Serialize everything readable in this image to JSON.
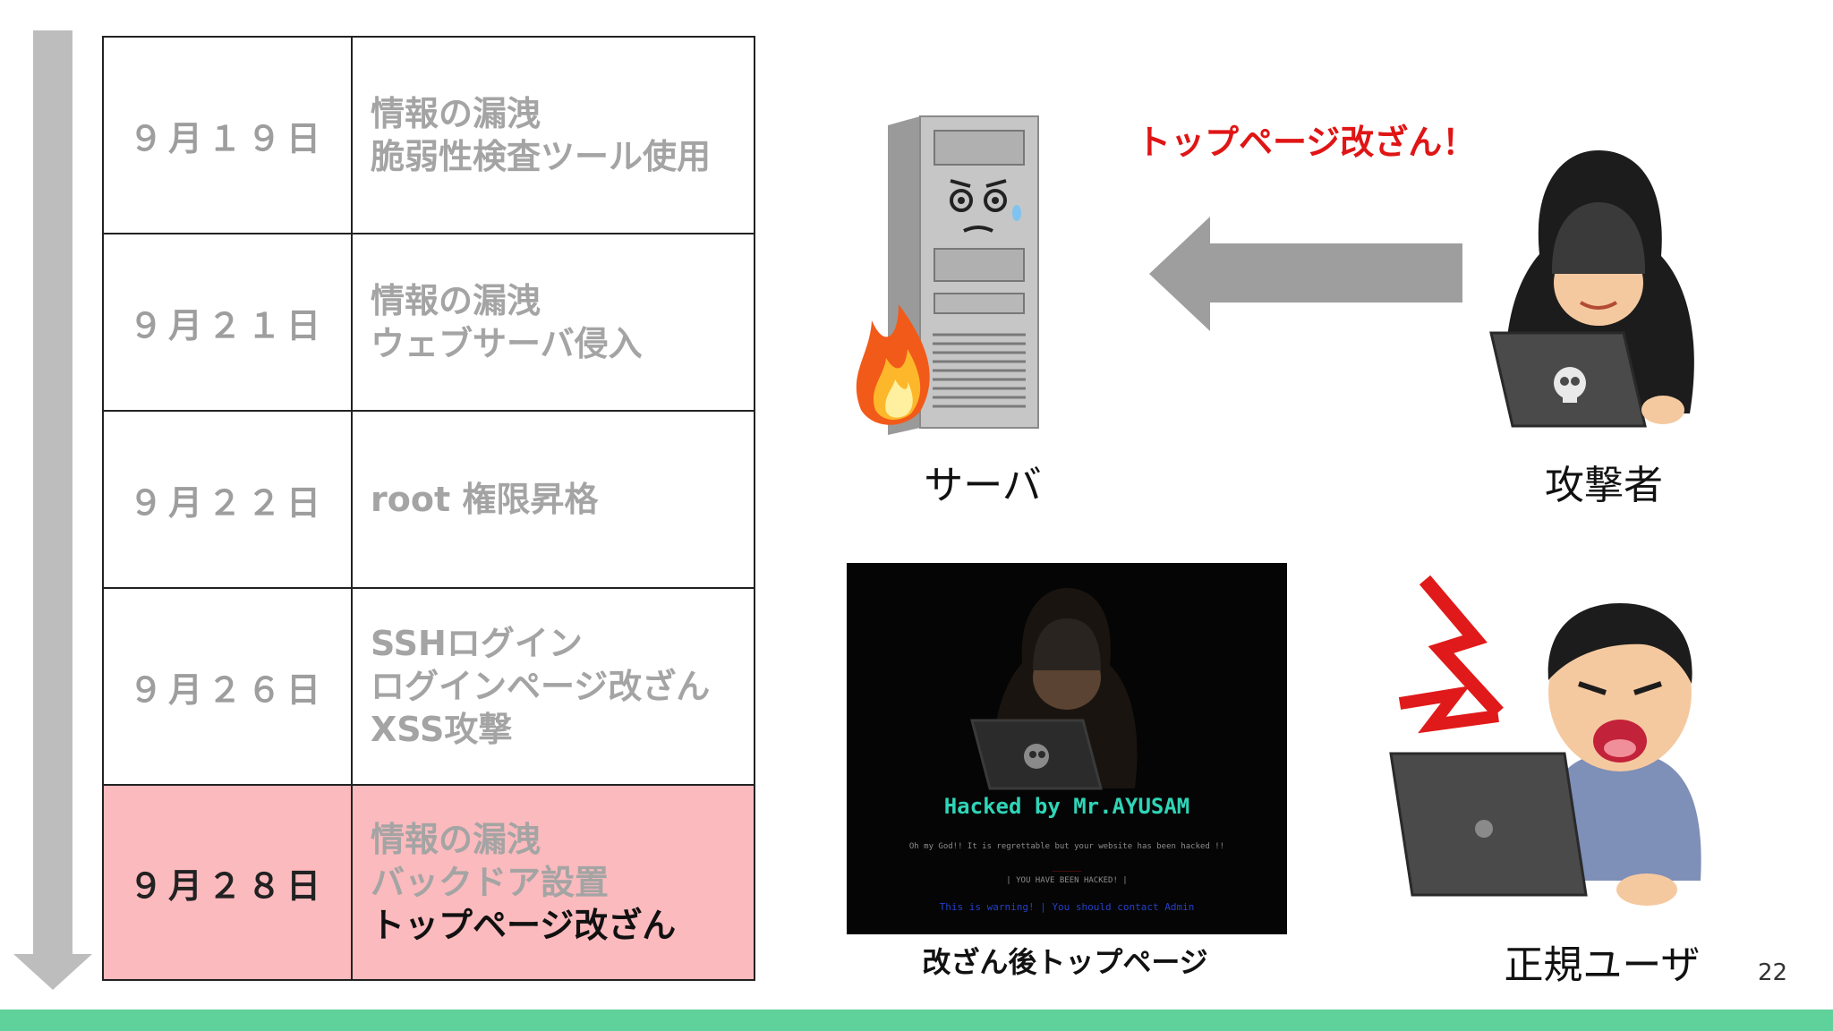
{
  "timeline": {
    "rows": [
      {
        "date": "９月１９日",
        "lines": [
          "情報の漏洩",
          "脆弱性検査ツール使用"
        ],
        "highlight": false
      },
      {
        "date": "９月２１日",
        "lines": [
          "情報の漏洩",
          "ウェブサーバ侵入"
        ],
        "highlight": false
      },
      {
        "date": "９月２２日",
        "lines": [
          "root 権限昇格"
        ],
        "highlight": false
      },
      {
        "date": "９月２６日",
        "lines": [
          "SSHログイン",
          "ログインページ改ざん",
          "XSS攻撃"
        ],
        "highlight": false
      },
      {
        "date": "９月２８日",
        "lines": [
          "情報の漏洩",
          "バックドア設置",
          "トップページ改ざん"
        ],
        "highlight": true
      }
    ]
  },
  "diagram": {
    "alert_text": "トップページ改ざん！",
    "server_label": "サーバ",
    "attacker_label": "攻撃者",
    "user_label": "正規ユーザ",
    "screenshot_caption": "改ざん後トップページ",
    "defaced_page": {
      "title": "Hacked by Mr.AYUSAM",
      "message": "Oh my God!! It is regrettable but your website has been hacked !!",
      "red_line": "______",
      "notice": "|      YOU HAVE BEEN HACKED!      |",
      "link_line": "This is warning! | You should contact Admin"
    },
    "colors": {
      "alert": "#e01515",
      "highlight_row": "#fbbabd",
      "footer": "#5fd19a",
      "arrow": "#9e9e9e"
    }
  },
  "page_number": "22"
}
